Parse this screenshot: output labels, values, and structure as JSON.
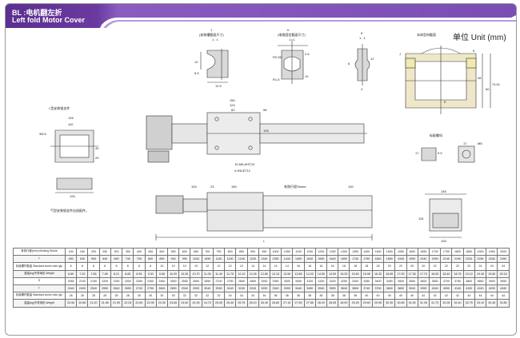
{
  "header": {
    "title_cn": "BL :电机翻左折",
    "title_en": "Left fold Motor Cover",
    "unit": "单位 Unit (mm)",
    "brand_color": "#5b2f8f",
    "brand_color_light": "#8a5cc0"
  },
  "drawing_labels": {
    "view_j": "J",
    "view_j_caption": "(安装槽截面尺寸)",
    "view_j_scale": "1 : 1",
    "view_k": "K",
    "view_k_caption": "(电缆固定截面尺寸)",
    "view_k_scale": "1 : 1",
    "view_e": "E",
    "view_e_scale": "1 : 1",
    "j_dim_10": "10",
    "j_dim_55": "5.5",
    "j_dim_125": "12.5",
    "k_dim_r205": "R2.05",
    "k_dim_26": "2.6",
    "k_dim_r15": "R1.5",
    "k_dim_10": "10",
    "e_dim_6": "6",
    "e_dim_12": "12",
    "e_dim_4": "4",
    "profile_title": "本体型材截面",
    "profile_dim_38": "38",
    "profile_dim_60": "60",
    "profile_dim_7451": "74.51",
    "profile_j": "J",
    "profile_k": "K",
    "profile_e": "E",
    "plate_caption": "L型安装钣金件",
    "plate_dim_85": "Φ8.5",
    "plate_dim_126": "126",
    "plate_dim_110": "110",
    "plate_dim_40": "40",
    "plate_dim_20": "20",
    "plate_dim_126b": "126",
    "plate_note": "气型安装钣金件自选配件。",
    "top_dim_150": "150",
    "top_dim_124": "124",
    "top_dim_60": "60",
    "top_dim_56": "56",
    "top_dim_105": "105",
    "top_note_thread": "10-M6-6H▽10",
    "top_note_hole": "4-Φ6.8▽12",
    "nut_caption": "标配螺母",
    "nut_dim_17": "17",
    "nut_dim_m8": "M8",
    "nut_dim_95": "9.5",
    "nut_dim_17b": "17",
    "side_dim_100": "100",
    "side_dim_23": "23",
    "side_dim_150": "150",
    "side_stroke": "有效行程Stroke",
    "side_dim_100b": "100",
    "side_dim_l": "L",
    "end_dim_145": "145",
    "end_dim_115": "115",
    "end_dim_126": "126"
  },
  "spec_table": {
    "rows": [
      {
        "label": "有效行程(mm) Working Stroke",
        "values": [
          "100",
          "150",
          "200",
          "250",
          "300",
          "350",
          "400",
          "450",
          "500",
          "550",
          "600",
          "650",
          "700",
          "750",
          "800",
          "850",
          "900",
          "950",
          "1000",
          "1050",
          "1100",
          "1150",
          "1200",
          "1250",
          "1300",
          "1350",
          "1400",
          "1450",
          "1500",
          "1550",
          "1600",
          "1650",
          "1700",
          "1750",
          "1800",
          "1850",
          "1900",
          "1950",
          "2000"
        ]
      },
      {
        "label": "L",
        "values": [
          "490",
          "540",
          "590",
          "640",
          "690",
          "740",
          "790",
          "840",
          "890",
          "940",
          "990",
          "1040",
          "1090",
          "1140",
          "1190",
          "1240",
          "1290",
          "1340",
          "1390",
          "1440",
          "1490",
          "1540",
          "1590",
          "1640",
          "1690",
          "1740",
          "1790",
          "1840",
          "1890",
          "1940",
          "1990",
          "2040",
          "2090",
          "2140",
          "2190",
          "2240",
          "2290",
          "2340",
          "2390"
        ]
      },
      {
        "label": "标准螺杆数量 Standard screw nuts qty.",
        "values": [
          "6",
          "6",
          "6",
          "6",
          "8",
          "8",
          "8",
          "8",
          "10",
          "10",
          "10",
          "10",
          "12",
          "12",
          "12",
          "12",
          "14",
          "14",
          "14",
          "14",
          "16",
          "16",
          "16",
          "16",
          "18",
          "18",
          "18",
          "18",
          "20",
          "20",
          "20",
          "20",
          "22",
          "22",
          "22",
          "22",
          "24",
          "24",
          "24"
        ]
      },
      {
        "label": "重量(kg)不带电机 Weight",
        "values": [
          "6.85",
          "7.20",
          "7.55",
          "7.89",
          "8.21",
          "8.65",
          "8.95",
          "9.30",
          "9.65",
          "10.00",
          "10.35",
          "10.70",
          "11.05",
          "11.40",
          "11.75",
          "12.10",
          "12.45",
          "12.80",
          "13.15",
          "13.50",
          "13.85",
          "14.20",
          "14.55",
          "14.90",
          "15.25",
          "15.60",
          "15.95",
          "16.30",
          "16.65",
          "17.00",
          "17.35",
          "17.70",
          "18.05",
          "18.40",
          "18.75",
          "19.10",
          "19.45",
          "19.80",
          "20.15"
        ]
      },
      {
        "label": "S",
        "values": [
          "2050",
          "2100",
          "2150",
          "2200",
          "2250",
          "2300",
          "2350",
          "2400",
          "2450",
          "2500",
          "2550",
          "2600",
          "2650",
          "2700",
          "2750",
          "2800",
          "2850",
          "2900",
          "2950",
          "3000",
          "3050",
          "3100",
          "3150",
          "3200",
          "3250",
          "3300",
          "3350",
          "3400",
          "3450",
          "3500",
          "3550",
          "3600",
          "3650",
          "3700",
          "3750",
          "3800",
          "3850",
          "3900",
          "3950"
        ]
      },
      {
        "label": "L",
        "values": [
          "2440",
          "2490",
          "2540",
          "2590",
          "2640",
          "2690",
          "2740",
          "2790",
          "2840",
          "2890",
          "2940",
          "2990",
          "3040",
          "3090",
          "3140",
          "3190",
          "3240",
          "3290",
          "3340",
          "3390",
          "3440",
          "3490",
          "3540",
          "3590",
          "3640",
          "3690",
          "3740",
          "3790",
          "3840",
          "3890",
          "3940",
          "3990",
          "4040",
          "4090",
          "4140",
          "4190",
          "4240",
          "4290",
          "4340"
        ]
      },
      {
        "label": "标准螺杆数量 Standard screw nuts qty.",
        "values": [
          "26",
          "26",
          "28",
          "28",
          "28",
          "28",
          "30",
          "30",
          "30",
          "30",
          "32",
          "32",
          "32",
          "32",
          "34",
          "34",
          "34",
          "34",
          "36",
          "36",
          "36",
          "36",
          "38",
          "38",
          "38",
          "38",
          "40",
          "40",
          "40",
          "40",
          "40",
          "42",
          "42",
          "42",
          "42",
          "44",
          "44",
          "44",
          "44"
        ]
      },
      {
        "label": "重量(kg)不带电机 Weight",
        "values": [
          "20.50",
          "20.85",
          "21.20",
          "21.55",
          "21.90",
          "22.25",
          "22.60",
          "22.95",
          "23.30",
          "23.65",
          "24.00",
          "24.35",
          "24.70",
          "25.05",
          "25.40",
          "25.75",
          "26.10",
          "26.45",
          "26.80",
          "27.15",
          "27.50",
          "27.85",
          "28.20",
          "28.55",
          "28.90",
          "29.25",
          "29.60",
          "29.95",
          "30.30",
          "30.65",
          "31.00",
          "31.35",
          "31.70",
          "32.05",
          "32.40",
          "32.75",
          "33.10",
          "33.45",
          "33.80"
        ]
      }
    ]
  }
}
